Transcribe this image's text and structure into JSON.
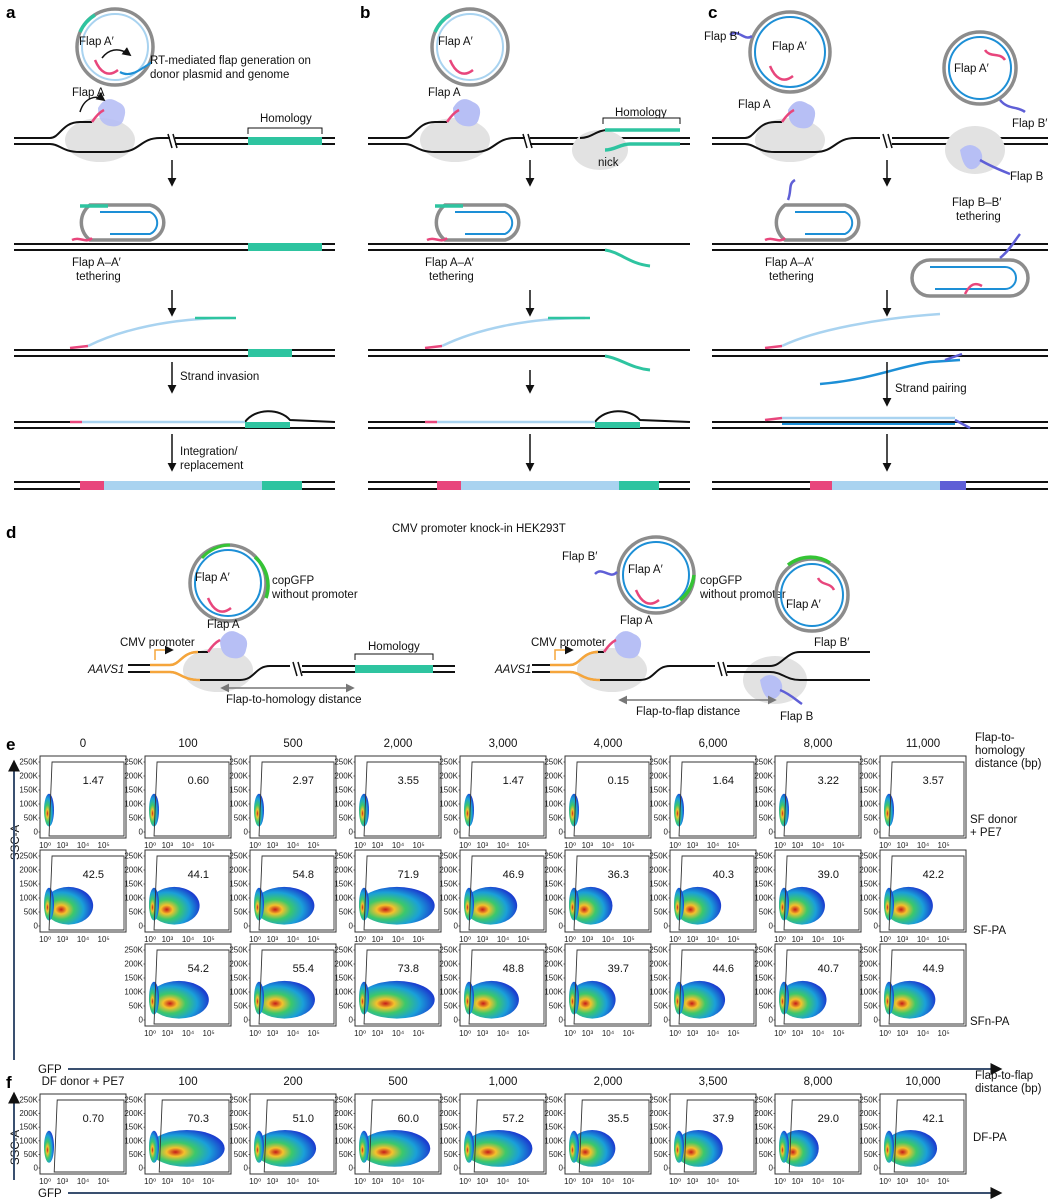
{
  "panels": {
    "a": "a",
    "b": "b",
    "c": "c",
    "d": "d",
    "e": "e",
    "f": "f"
  },
  "a": {
    "flapA_prime": "Flap A′",
    "flapA": "Flap A",
    "rt_line1": "RT-mediated flap generation on",
    "rt_line2": "donor plasmid and genome",
    "homology": "Homology",
    "tether1": "Flap A–A′",
    "tether2": "tethering",
    "strand_invasion": "Strand invasion",
    "integration1": "Integration/",
    "integration2": "replacement"
  },
  "b": {
    "flapA_prime": "Flap A′",
    "flapA": "Flap A",
    "homology": "Homology",
    "nick": "nick",
    "tether1": "Flap A–A′",
    "tether2": "tethering"
  },
  "c": {
    "flapB_prime": "Flap B′",
    "flapA_prime": "Flap A′",
    "flapA": "Flap A",
    "flapA_prime2": "Flap A′",
    "flapB_prime2": "Flap B′",
    "flapB": "Flap B",
    "tetherB1": "Flap B–B′",
    "tetherB2": "tethering",
    "tether1": "Flap A–A′",
    "tether2": "tethering",
    "strand_pairing": "Strand pairing"
  },
  "d": {
    "title": "CMV promoter knock-in HEK293T",
    "flapA_prime": "Flap A′",
    "copgfp1": "copGFP",
    "copgfp2": "without promoter",
    "flapA": "Flap A",
    "cmv": "CMV promoter",
    "homology": "Homology",
    "aavs1": "AAVS1",
    "f2h": "Flap-to-homology distance",
    "r_flapB_prime": "Flap B′",
    "r_flapA_prime": "Flap A′",
    "r_copgfp1": "copGFP",
    "r_copgfp2": "without promoter",
    "r_flapA_prime2": "Flap A′",
    "r_flapA": "Flap A",
    "r_cmv": "CMV promoter",
    "r_aavs1": "AAVS1",
    "r_flapB_prime2": "Flap B′",
    "r_f2f": "Flap-to-flap distance",
    "r_flapB": "Flap B"
  },
  "e": {
    "columns": [
      "0",
      "100",
      "500",
      "2,000",
      "3,000",
      "4,000",
      "6,000",
      "8,000",
      "11,000"
    ],
    "header1": "Flap-to-",
    "header2": "homology",
    "header3": "distance (bp)",
    "rows": [
      {
        "label1": "SF donor",
        "label2": "+ PE7",
        "values": [
          "1.47",
          "0.60",
          "2.97",
          "3.55",
          "1.47",
          "0.15",
          "1.64",
          "3.22",
          "3.57"
        ]
      },
      {
        "label1": "SF-PA",
        "label2": "",
        "values": [
          "42.5",
          "44.1",
          "54.8",
          "71.9",
          "46.9",
          "36.3",
          "40.3",
          "39.0",
          "42.2"
        ]
      },
      {
        "label1": "SFn-PA",
        "label2": "",
        "values": [
          "",
          "54.2",
          "55.4",
          "73.8",
          "48.8",
          "39.7",
          "44.6",
          "40.7",
          "44.9"
        ]
      }
    ],
    "y_axis": "SSC-A",
    "x_axis": "GFP",
    "yticks": [
      "250K",
      "200K",
      "150K",
      "100K",
      "50K",
      "0"
    ],
    "xticks": [
      "10⁰",
      "10³",
      "10⁴",
      "10⁵"
    ]
  },
  "f": {
    "columns": [
      "DF donor + PE7",
      "100",
      "200",
      "500",
      "1,000",
      "2,000",
      "3,500",
      "8,000",
      "10,000"
    ],
    "values": [
      "0.70",
      "70.3",
      "51.0",
      "60.0",
      "57.2",
      "35.5",
      "37.9",
      "29.0",
      "42.1"
    ],
    "header1": "Flap-to-flap",
    "header2": "distance (bp)",
    "row_label": "DF-PA",
    "y_axis": "SSC-A",
    "x_axis": "GFP",
    "yticks": [
      "250K",
      "200K",
      "150K",
      "100K",
      "50K",
      "0"
    ],
    "xticks": [
      "10⁰",
      "10³",
      "10⁴",
      "10⁵"
    ]
  },
  "colors": {
    "flapA": "#e8467c",
    "homology": "#2ec4a0",
    "donor": "#1d8fd6",
    "donor_light": "#a9d3f0",
    "plasmid": "#8c8c8c",
    "protein": "#b7bff5",
    "shade": "#e2e2e2",
    "cmv": "#f5a53b",
    "copgfp": "#35c435",
    "flapB": "#5f5fd6"
  }
}
